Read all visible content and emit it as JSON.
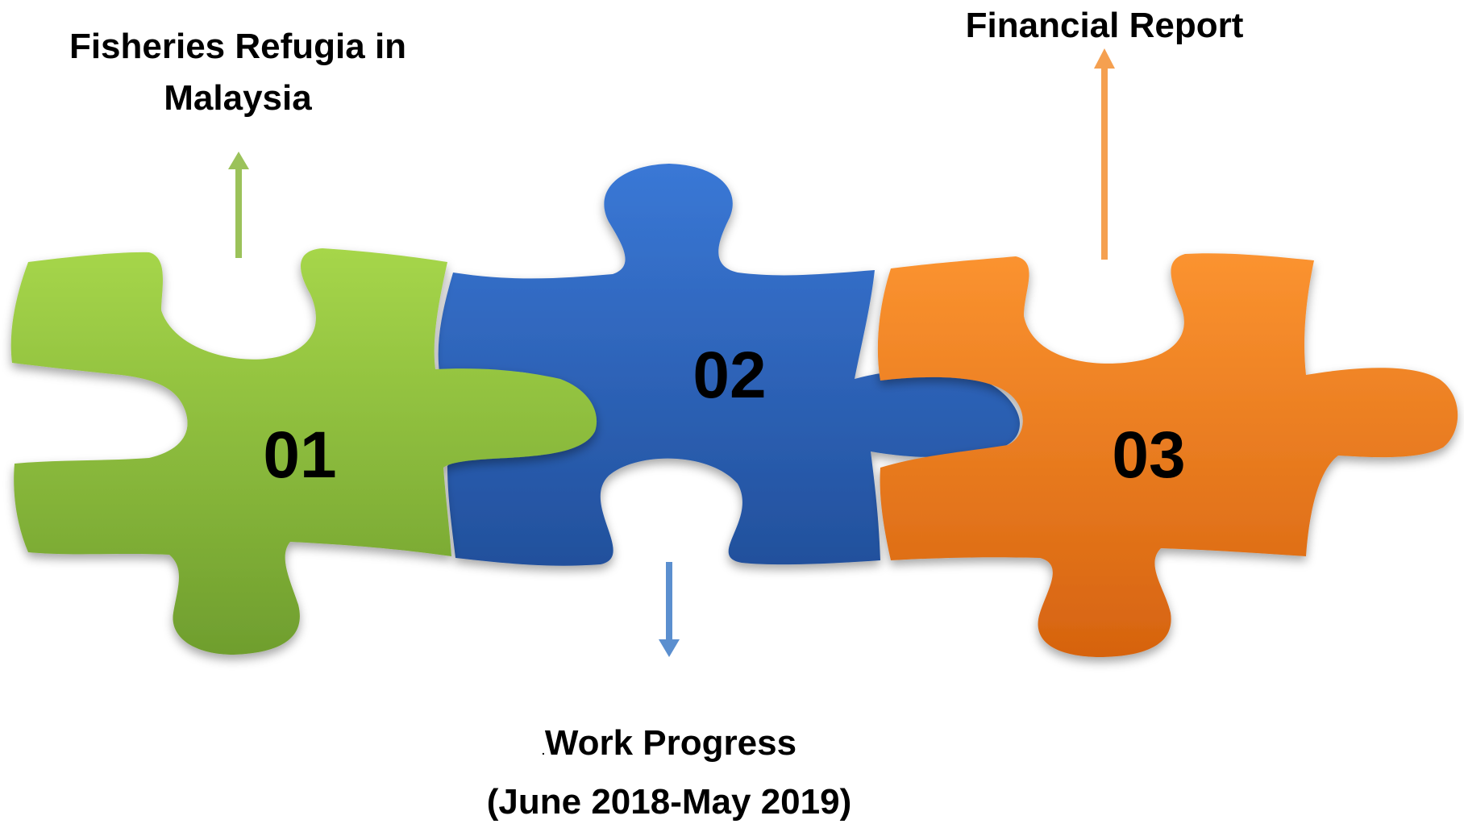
{
  "diagram": {
    "pieces": [
      {
        "number": "01",
        "color": "#8cc63f",
        "dark": "#6e9f2d",
        "label_lines": [
          "Fisheries Refugia in",
          "Malaysia"
        ],
        "arrow_direction": "up"
      },
      {
        "number": "02",
        "color": "#2f6bc8",
        "dark": "#1f4f9e",
        "label_lines": [
          "Work Progress",
          "(June 2018-May 2019)"
        ],
        "arrow_direction": "down"
      },
      {
        "number": "03",
        "color": "#f58220",
        "dark": "#d9630f",
        "label_lines": [
          "Financial Report"
        ],
        "arrow_direction": "up"
      }
    ],
    "arrow_colors": [
      "#9bc25a",
      "#5b8fcf",
      "#f5a050"
    ]
  }
}
